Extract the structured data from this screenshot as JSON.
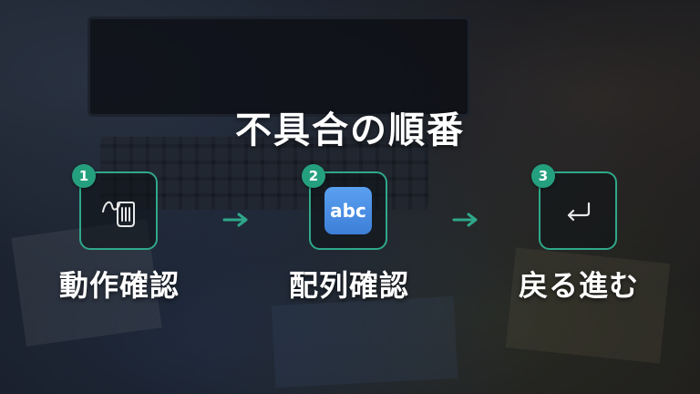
{
  "title": "不具合の順番",
  "steps": [
    {
      "number": "1",
      "label": "動作確認",
      "icon": "mouse-click-icon"
    },
    {
      "number": "2",
      "label": "配列確認",
      "icon": "abc-keyboard-icon",
      "icon_text": "abc"
    },
    {
      "number": "3",
      "label": "戻る進む",
      "icon": "return-arrow-icon"
    }
  ],
  "colors": {
    "accent": "#2fa88a",
    "badge": "#25a07f",
    "abc_icon": "#4a8fe6"
  }
}
